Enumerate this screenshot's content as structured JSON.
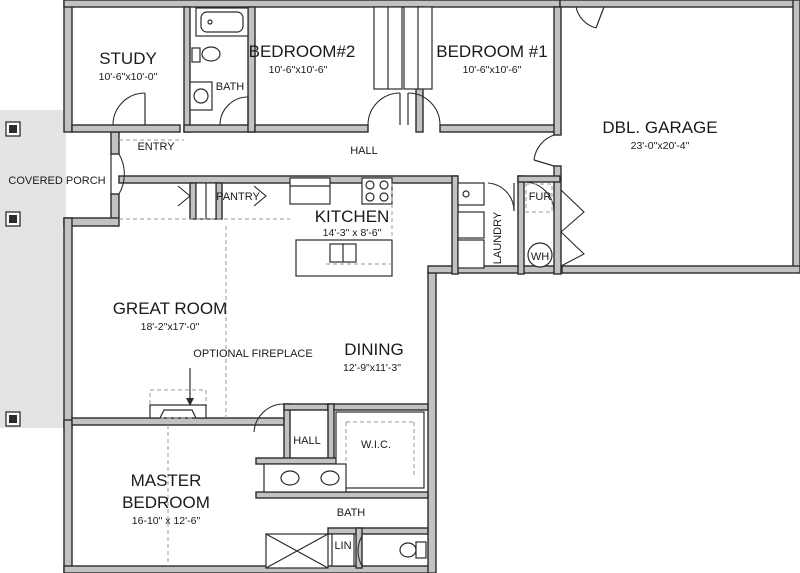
{
  "rooms": {
    "study": {
      "name": "STUDY",
      "dim": "10'-6\"x10'-0\""
    },
    "bath_top": {
      "name": "BATH"
    },
    "bedroom2": {
      "name": "BEDROOM#2",
      "dim": "10'-6\"x10'-6\""
    },
    "bedroom1": {
      "name": "BEDROOM #1",
      "dim": "10'-6\"x10'-6\""
    },
    "garage": {
      "name": "DBL. GARAGE",
      "dim": "23'-0\"x20'-4\""
    },
    "entry": {
      "name": "ENTRY"
    },
    "hall_top": {
      "name": "HALL"
    },
    "porch": {
      "name": "COVERED PORCH"
    },
    "pantry": {
      "name": "PANTRY"
    },
    "kitchen": {
      "name": "KITCHEN",
      "dim": "14'-3\" x 8'-6\""
    },
    "laundry": {
      "name": "LAUNDRY"
    },
    "furnace": {
      "name": "FUR"
    },
    "water_heater": {
      "name": "WH"
    },
    "great_room": {
      "name": "GREAT ROOM",
      "dim": "18'-2\"x17'-0\""
    },
    "fireplace": {
      "name": "OPTIONAL FIREPLACE"
    },
    "dining": {
      "name": "DINING",
      "dim": "12'-9\"x11'-3\""
    },
    "hall_bottom": {
      "name": "HALL"
    },
    "wic": {
      "name": "W.I.C."
    },
    "master": {
      "name_line1": "MASTER",
      "name_line2": "BEDROOM",
      "dim": "16-10\" x 12'-6\""
    },
    "bath_master": {
      "name": "BATH"
    },
    "linen": {
      "name": "LIN"
    }
  }
}
